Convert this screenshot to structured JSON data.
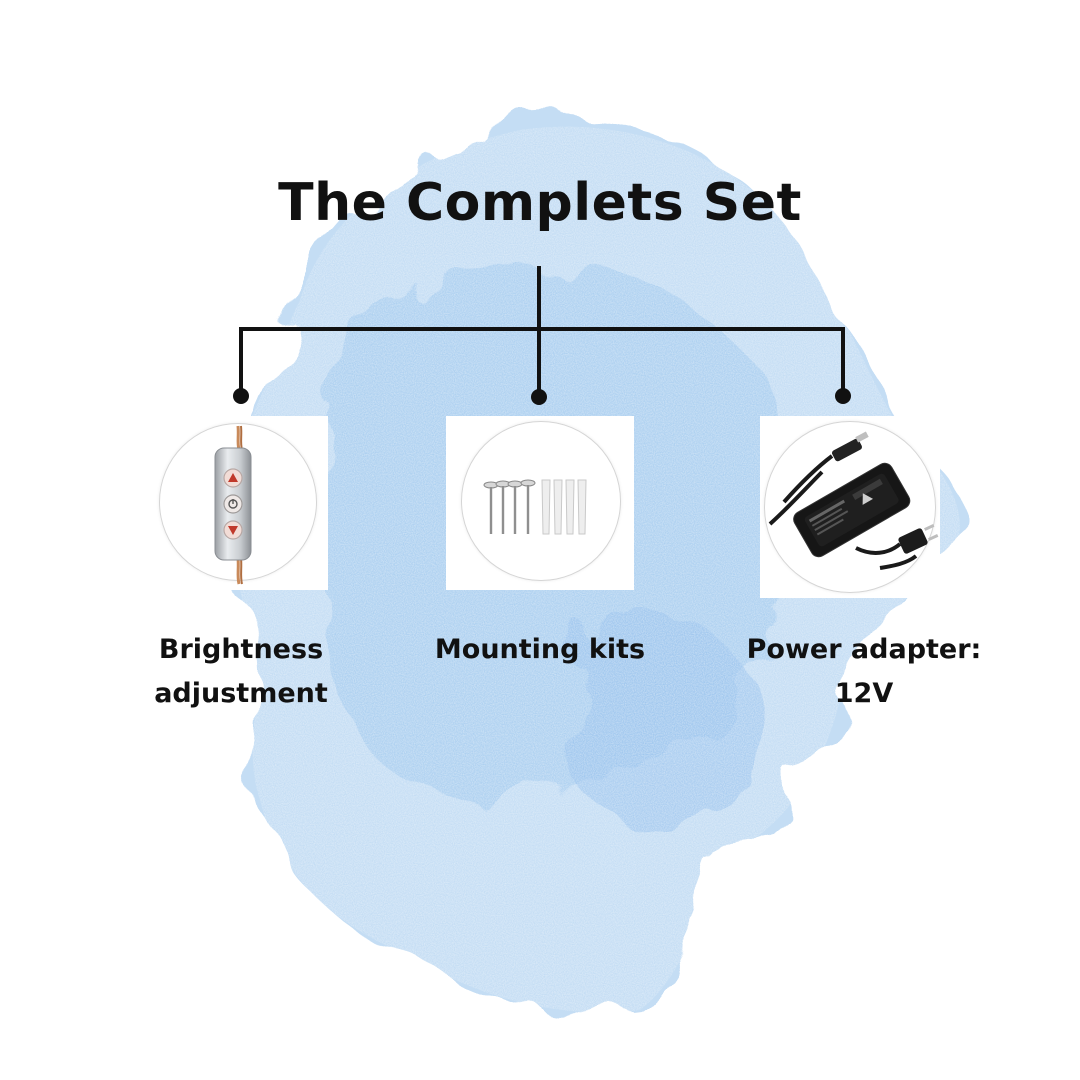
{
  "title": "The Complets Set",
  "items": [
    {
      "label_line1": "Brightness",
      "label_line2": "adjustment",
      "icon": "dimmer-switch-icon"
    },
    {
      "label_line1": "Mounting kits",
      "icon": "screws-and-anchors-icon"
    },
    {
      "label_line1": "Power adapter: 12V",
      "icon": "power-adapter-icon"
    }
  ],
  "colors": {
    "splash": "#a9cdf0",
    "line": "#111111",
    "text": "#111111"
  }
}
